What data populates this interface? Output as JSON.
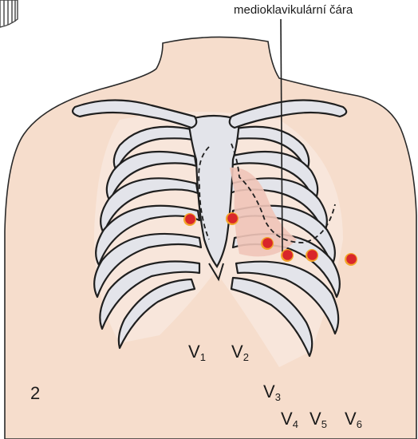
{
  "annotation": {
    "midclavicular_line": "medioklavikulární čára"
  },
  "figure_number": "2",
  "leads": [
    {
      "letter": "V",
      "index": "1"
    },
    {
      "letter": "V",
      "index": "2"
    },
    {
      "letter": "V",
      "index": "3"
    },
    {
      "letter": "V",
      "index": "4"
    },
    {
      "letter": "V",
      "index": "5"
    },
    {
      "letter": "V",
      "index": "6"
    }
  ],
  "colors": {
    "skin": "#f6ddcc",
    "bone": "#e3e4ea",
    "heart": "#f0c4b8",
    "electrode": "#d9262a",
    "electrode_ring": "#f2a52b",
    "outline": "#1f1f1f"
  }
}
